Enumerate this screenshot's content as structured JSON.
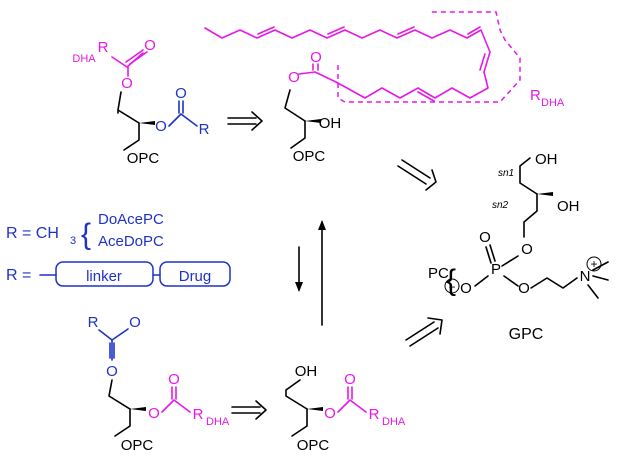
{
  "colors": {
    "black": "#000000",
    "magenta": "#e619e6",
    "blue": "#1e32c8"
  },
  "atoms": {
    "O": "O",
    "OH": "OH",
    "OPC": "OPC",
    "R": "R",
    "DHA": "DHA",
    "P": "P",
    "N": "N",
    "minus": "−",
    "plus": "+"
  },
  "labels": {
    "r_dha_main": "R",
    "r_dha_sub": "DHA",
    "sn1": "sn1",
    "sn2": "sn2",
    "gpc": "GPC",
    "pc": "PC",
    "r_eq_ch3_prefix": "R = CH",
    "r_eq_ch3_sub": "3",
    "doacepc": "DoAcePC",
    "acedopc": "AceDoPC",
    "r_eq_prefix": "R =",
    "linker": "linker",
    "drug": "Drug"
  },
  "icons": {
    "retro_arrow": "double-line-retrosynthesis-arrow",
    "up_arrow": "arrow-up",
    "down_arrow": "arrow-down",
    "brace": "curly-brace"
  }
}
